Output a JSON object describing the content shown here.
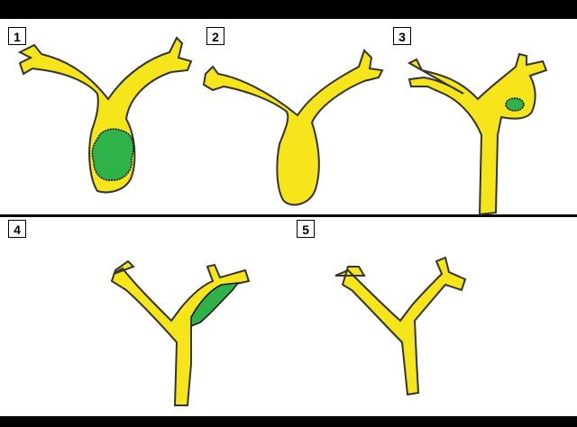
{
  "panels": [
    {
      "label": "1"
    },
    {
      "label": "2"
    },
    {
      "label": "3"
    },
    {
      "label": "4"
    },
    {
      "label": "5"
    }
  ],
  "colors": {
    "organ": "#f5e51a",
    "stone": "#2fb24a",
    "outline": "#333333",
    "frame": "#000000"
  }
}
